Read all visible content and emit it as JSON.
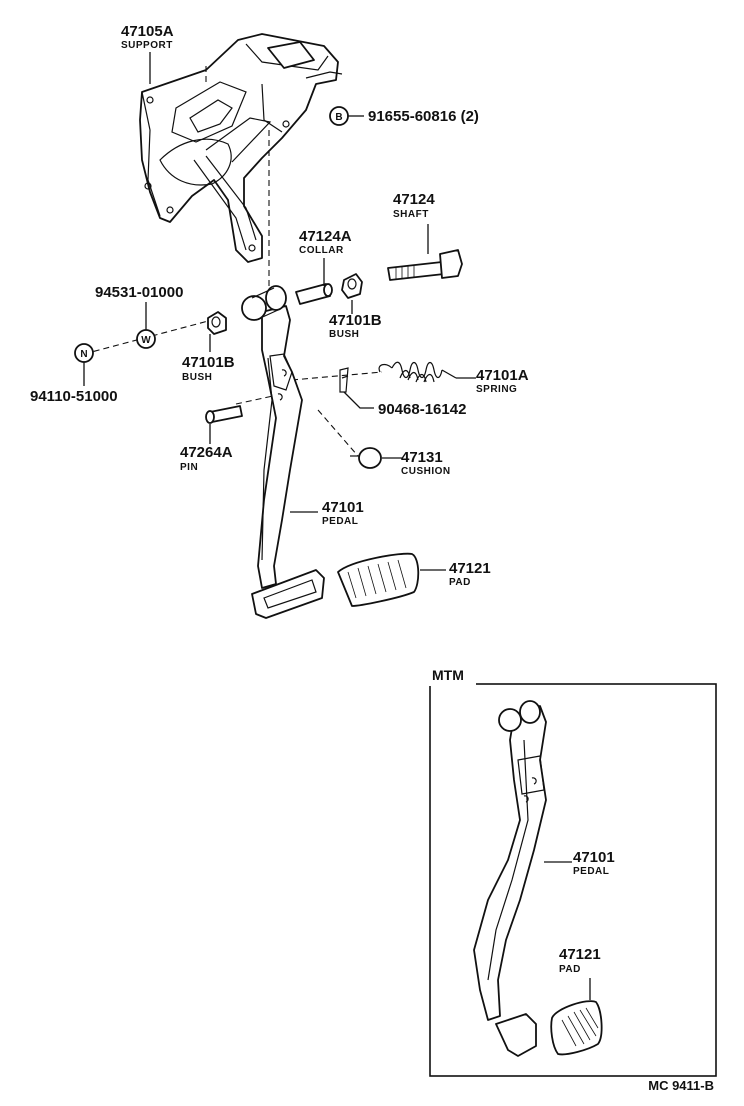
{
  "parts": {
    "support": {
      "number": "47105A",
      "name": "SUPPORT"
    },
    "bolt": {
      "number": "91655-60816 (2)",
      "symbol": "B"
    },
    "shaft": {
      "number": "47124",
      "name": "SHAFT"
    },
    "collar": {
      "number": "47124A",
      "name": "COLLAR"
    },
    "washer": {
      "number": "94531-01000",
      "symbol": "W"
    },
    "nut": {
      "number": "94110-51000",
      "symbol": "N"
    },
    "bush_right": {
      "number": "47101B",
      "name": "BUSH"
    },
    "bush_left": {
      "number": "47101B",
      "name": "BUSH"
    },
    "spring": {
      "number": "47101A",
      "name": "SPRING"
    },
    "clip": {
      "number": "90468-16142"
    },
    "pin": {
      "number": "47264A",
      "name": "PIN"
    },
    "cushion": {
      "number": "47131",
      "name": "CUSHION"
    },
    "pedal": {
      "number": "47101",
      "name": "PEDAL"
    },
    "pad": {
      "number": "47121",
      "name": "PAD"
    }
  },
  "mtm": {
    "title": "MTM",
    "pedal": {
      "number": "47101",
      "name": "PEDAL"
    },
    "pad": {
      "number": "47121",
      "name": "PAD"
    }
  },
  "footer": {
    "code": "MC 9411-B"
  }
}
